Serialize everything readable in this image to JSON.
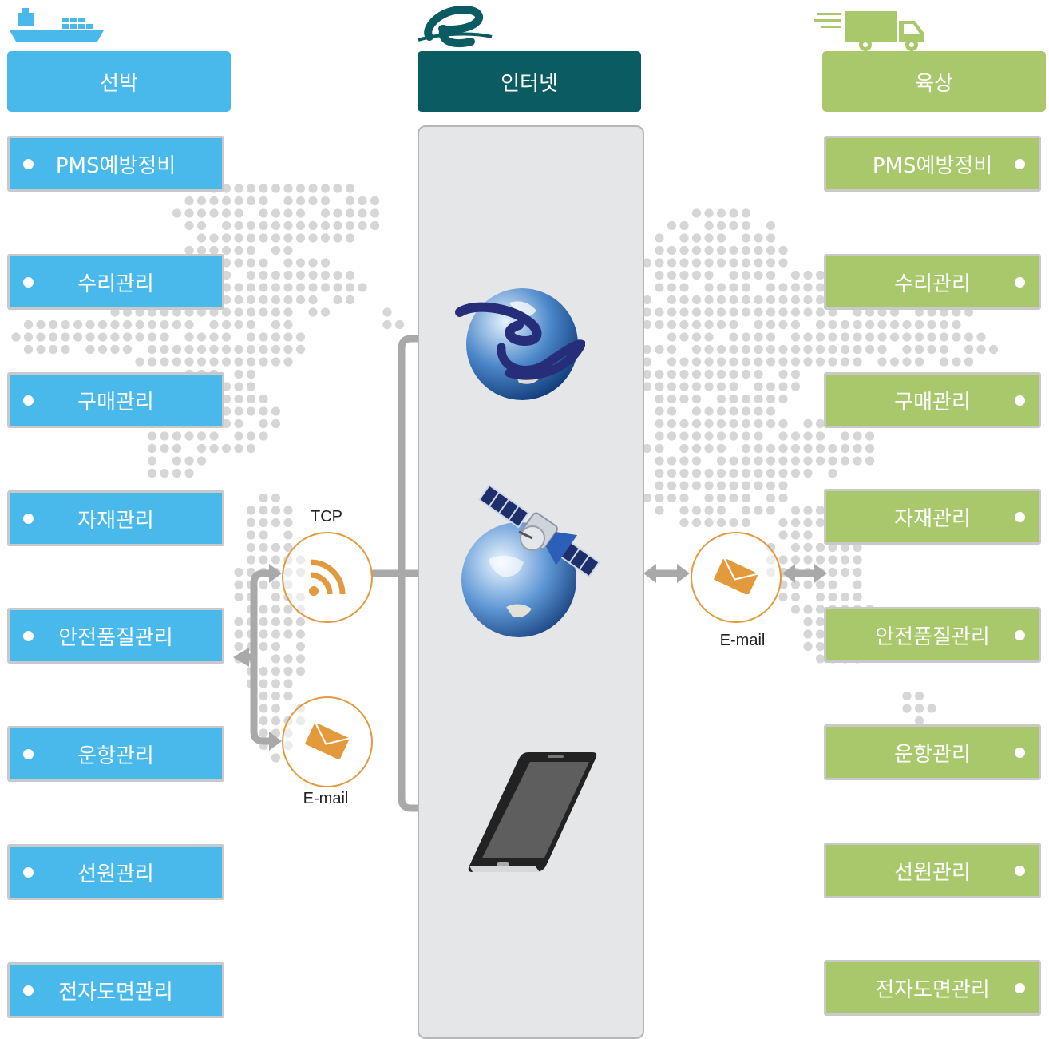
{
  "colors": {
    "ship_blue": "#48b9ea",
    "internet_teal": "#0b5b63",
    "land_green": "#a8c86b",
    "accent_orange": "#e39a3c",
    "arrow_gray": "#a9a9a9",
    "map_dot_gray": "#d6d6d6"
  },
  "ship": {
    "icon": "cargo-ship-icon",
    "title": "선박",
    "items": [
      "PMS예방정비",
      "수리관리",
      "구매관리",
      "자재관리",
      "안전품질관리",
      "운항관리",
      "선원관리",
      "전자도면관리"
    ]
  },
  "internet": {
    "icon": "e-logo-icon",
    "title": "인터넷",
    "channels": [
      "globe-e-icon",
      "satellite-globe-icon",
      "smartphone-icon"
    ]
  },
  "land": {
    "icon": "truck-icon",
    "title": "육상",
    "items": [
      "PMS예방정비",
      "수리관리",
      "구매관리",
      "자재관리",
      "안전품질관리",
      "운항관리",
      "선원관리",
      "전자도면관리"
    ]
  },
  "connectors": {
    "tcp_label": "TCP",
    "ship_email_label": "E-mail",
    "land_email_label": "E-mail"
  }
}
